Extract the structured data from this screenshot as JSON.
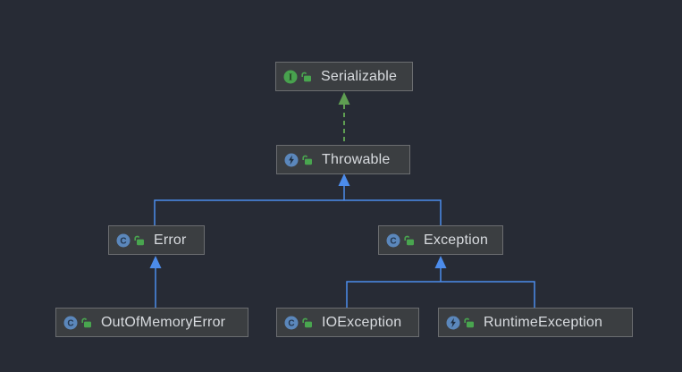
{
  "diagram": {
    "kind": "uml-class-hierarchy",
    "nodes": [
      {
        "id": "serializable",
        "label": "Serializable",
        "stereotype": "interface",
        "icon": "interface-icon",
        "modifier_icon": "open-lock-icon"
      },
      {
        "id": "throwable",
        "label": "Throwable",
        "stereotype": "exception-class",
        "icon": "exception-class-icon",
        "modifier_icon": "open-lock-icon"
      },
      {
        "id": "error",
        "label": "Error",
        "stereotype": "class",
        "icon": "class-icon",
        "modifier_icon": "open-lock-icon"
      },
      {
        "id": "exception",
        "label": "Exception",
        "stereotype": "class",
        "icon": "class-icon",
        "modifier_icon": "open-lock-icon"
      },
      {
        "id": "outofmemoryerror",
        "label": "OutOfMemoryError",
        "stereotype": "class",
        "icon": "class-icon",
        "modifier_icon": "open-lock-icon"
      },
      {
        "id": "ioexception",
        "label": "IOException",
        "stereotype": "class",
        "icon": "class-icon",
        "modifier_icon": "open-lock-icon"
      },
      {
        "id": "runtimeexception",
        "label": "RuntimeException",
        "stereotype": "exception-class",
        "icon": "exception-class-icon",
        "modifier_icon": "open-lock-icon"
      }
    ],
    "edges": [
      {
        "from": "Throwable",
        "to": "Serializable",
        "relation": "realization",
        "line": "dashed",
        "color": "#5f9e52"
      },
      {
        "from": "Error",
        "to": "Throwable",
        "relation": "generalization",
        "line": "solid",
        "color": "#4c8ceb"
      },
      {
        "from": "Exception",
        "to": "Throwable",
        "relation": "generalization",
        "line": "solid",
        "color": "#4c8ceb"
      },
      {
        "from": "OutOfMemoryError",
        "to": "Error",
        "relation": "generalization",
        "line": "solid",
        "color": "#4c8ceb"
      },
      {
        "from": "IOException",
        "to": "Exception",
        "relation": "generalization",
        "line": "solid",
        "color": "#4c8ceb"
      },
      {
        "from": "RuntimeException",
        "to": "Exception",
        "relation": "generalization",
        "line": "solid",
        "color": "#4c8ceb"
      }
    ],
    "colors": {
      "background": "#272b35",
      "node_fill": "#3b3e41",
      "node_border": "#6b6d70",
      "text": "#d8dbdf",
      "generalization_blue": "#4c8ceb",
      "realization_green": "#5f9e52",
      "interface_icon_green": "#48a24e",
      "class_icon_blue": "#5b87bb",
      "lock_green": "#49a54f"
    }
  }
}
